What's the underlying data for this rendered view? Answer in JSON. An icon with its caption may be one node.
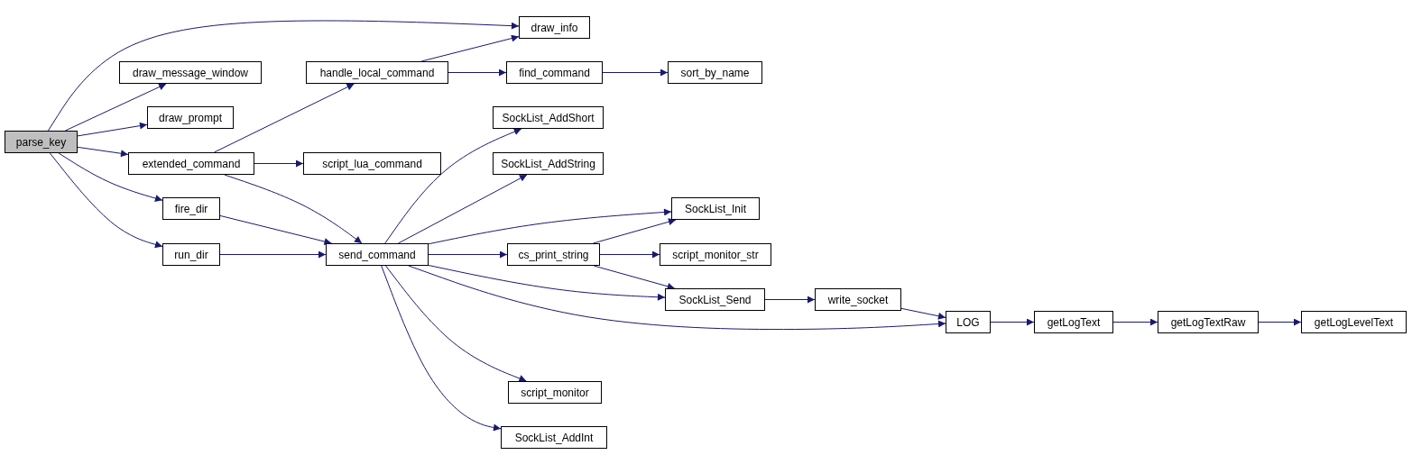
{
  "diagram": {
    "nodes": [
      {
        "text": [
          "parse_key"
        ]
      },
      {
        "text": [
          "draw_info"
        ]
      },
      {
        "text": [
          "draw_message_window"
        ]
      },
      {
        "text": [
          "draw_prompt"
        ]
      },
      {
        "text": [
          "extended_command"
        ]
      },
      {
        "text": [
          "handle_local_command"
        ]
      },
      {
        "text": [
          "find_command"
        ]
      },
      {
        "text": [
          "sort_by_name"
        ]
      },
      {
        "text": [
          "script_lua_command"
        ]
      },
      {
        "text": [
          "fire_dir"
        ]
      },
      {
        "text": [
          "run_dir"
        ]
      },
      {
        "text": [
          "send_command"
        ]
      },
      {
        "text": [
          "SockList_AddShort"
        ]
      },
      {
        "text": [
          "SockList_AddString"
        ]
      },
      {
        "text": [
          "SockList_Init"
        ]
      },
      {
        "text": [
          "cs_print_string"
        ]
      },
      {
        "text": [
          "script_monitor_str"
        ]
      },
      {
        "text": [
          "SockList_Send"
        ]
      },
      {
        "text": [
          "write_socket"
        ]
      },
      {
        "text": [
          "LOG"
        ]
      },
      {
        "text": [
          "getLogText"
        ]
      },
      {
        "text": [
          "getLogTextRaw"
        ]
      },
      {
        "text": [
          "getLogLevelText"
        ]
      },
      {
        "text": [
          "script_monitor"
        ]
      },
      {
        "text": [
          "SockList_AddInt"
        ]
      }
    ],
    "edges": [
      {
        "from": 0,
        "to": 1,
        "arrow": "to"
      },
      {
        "from": 0,
        "to": 2,
        "arrow": "to"
      },
      {
        "from": 0,
        "to": 3,
        "arrow": "to"
      },
      {
        "from": 0,
        "to": 4,
        "arrow": "to"
      },
      {
        "from": 0,
        "to": 9,
        "arrow": "to"
      },
      {
        "from": 0,
        "to": 10,
        "arrow": "to"
      },
      {
        "from": 4,
        "to": 5,
        "arrow": "to"
      },
      {
        "from": 4,
        "to": 8,
        "arrow": "to"
      },
      {
        "from": 4,
        "to": 11,
        "arrow": "to"
      },
      {
        "from": 5,
        "to": 1,
        "arrow": "to"
      },
      {
        "from": 5,
        "to": 6,
        "arrow": "to"
      },
      {
        "from": 6,
        "to": 7,
        "arrow": "to"
      },
      {
        "from": 9,
        "to": 11,
        "arrow": "to"
      },
      {
        "from": 10,
        "to": 11,
        "arrow": "to"
      },
      {
        "from": 11,
        "to": 12,
        "arrow": "to"
      },
      {
        "from": 11,
        "to": 13,
        "arrow": "to"
      },
      {
        "from": 11,
        "to": 14,
        "arrow": "to"
      },
      {
        "from": 11,
        "to": 15,
        "arrow": "to"
      },
      {
        "from": 11,
        "to": 17,
        "arrow": "to"
      },
      {
        "from": 11,
        "to": 19,
        "arrow": "to"
      },
      {
        "from": 11,
        "to": 23,
        "arrow": "to"
      },
      {
        "from": 11,
        "to": 24,
        "arrow": "to"
      },
      {
        "from": 15,
        "to": 14,
        "arrow": "to"
      },
      {
        "from": 15,
        "to": 16,
        "arrow": "to"
      },
      {
        "from": 15,
        "to": 17,
        "arrow": "to"
      },
      {
        "from": 17,
        "to": 18,
        "arrow": "to"
      },
      {
        "from": 18,
        "to": 19,
        "arrow": "to"
      },
      {
        "from": 19,
        "to": 20,
        "arrow": "to"
      },
      {
        "from": 20,
        "to": 21,
        "arrow": "to"
      },
      {
        "from": 21,
        "to": 22,
        "arrow": "to"
      }
    ]
  }
}
